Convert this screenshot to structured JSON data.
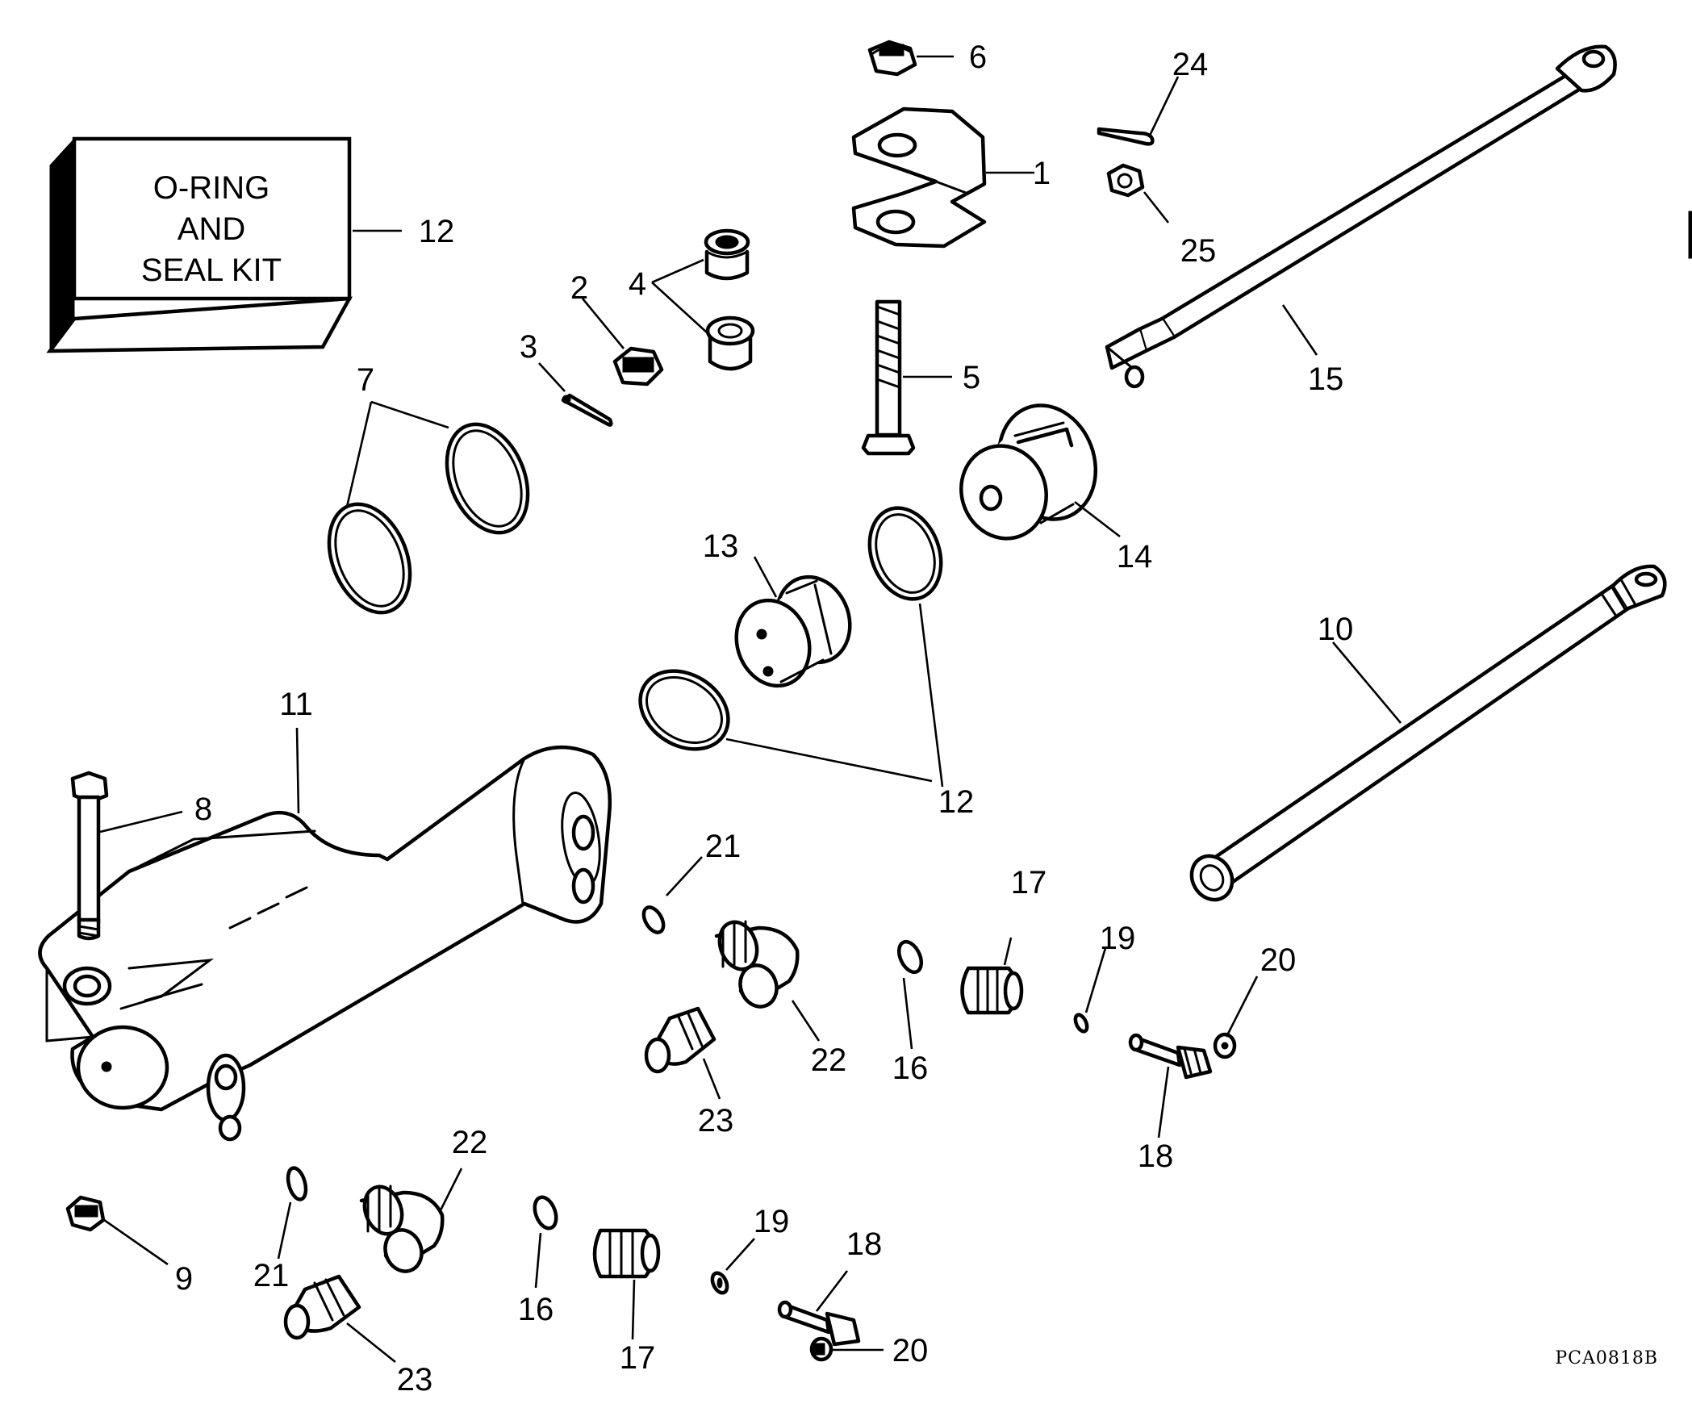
{
  "diagram": {
    "figure_code": "PCA0818B",
    "kit_label": [
      "O-RING",
      "AND",
      "SEAL KIT"
    ],
    "callouts": [
      {
        "id": "c1",
        "text": "1"
      },
      {
        "id": "c2",
        "text": "2"
      },
      {
        "id": "c3",
        "text": "3"
      },
      {
        "id": "c4",
        "text": "4"
      },
      {
        "id": "c5",
        "text": "5"
      },
      {
        "id": "c6",
        "text": "6"
      },
      {
        "id": "c7",
        "text": "7"
      },
      {
        "id": "c8",
        "text": "8"
      },
      {
        "id": "c9",
        "text": "9"
      },
      {
        "id": "c10",
        "text": "10"
      },
      {
        "id": "c11",
        "text": "11"
      },
      {
        "id": "c12a",
        "text": "12"
      },
      {
        "id": "c12b",
        "text": "12"
      },
      {
        "id": "c13",
        "text": "13"
      },
      {
        "id": "c14",
        "text": "14"
      },
      {
        "id": "c15",
        "text": "15"
      },
      {
        "id": "c16a",
        "text": "16"
      },
      {
        "id": "c16b",
        "text": "16"
      },
      {
        "id": "c17a",
        "text": "17"
      },
      {
        "id": "c17b",
        "text": "17"
      },
      {
        "id": "c18a",
        "text": "18"
      },
      {
        "id": "c18b",
        "text": "18"
      },
      {
        "id": "c19a",
        "text": "19"
      },
      {
        "id": "c19b",
        "text": "19"
      },
      {
        "id": "c20a",
        "text": "20"
      },
      {
        "id": "c20b",
        "text": "20"
      },
      {
        "id": "c21a",
        "text": "21"
      },
      {
        "id": "c21b",
        "text": "21"
      },
      {
        "id": "c22a",
        "text": "22"
      },
      {
        "id": "c22b",
        "text": "22"
      },
      {
        "id": "c23a",
        "text": "23"
      },
      {
        "id": "c23b",
        "text": "23"
      },
      {
        "id": "c24",
        "text": "24"
      },
      {
        "id": "c25",
        "text": "25"
      }
    ]
  }
}
